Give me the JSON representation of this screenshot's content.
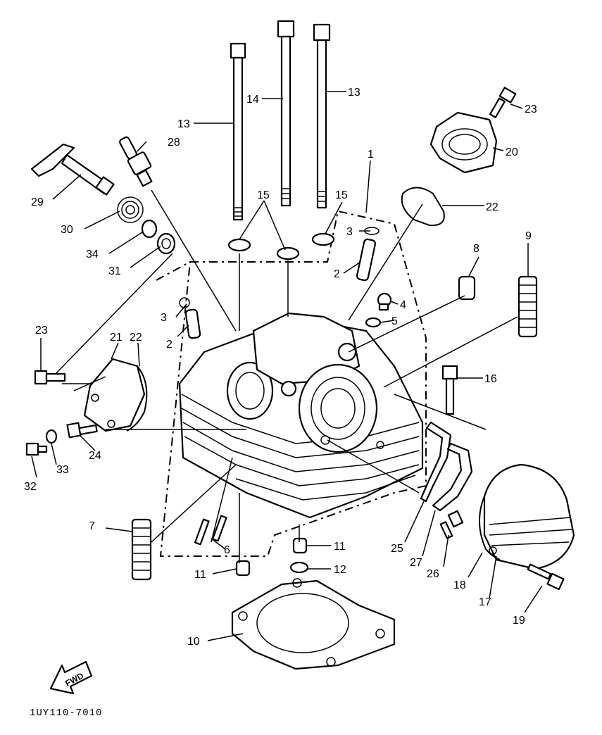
{
  "diagram": {
    "part_code": "1UY110-7010",
    "fwd_label": "FWD",
    "callouts": {
      "c1": "1",
      "c2a": "2",
      "c2b": "2",
      "c3a": "3",
      "c3b": "3",
      "c4": "4",
      "c5": "5",
      "c6": "6",
      "c7": "7",
      "c8": "8",
      "c9": "9",
      "c10": "10",
      "c11a": "11",
      "c11b": "11",
      "c12": "12",
      "c13a": "13",
      "c13b": "13",
      "c14": "14",
      "c15a": "15",
      "c15b": "15",
      "c16": "16",
      "c17": "17",
      "c18": "18",
      "c19": "19",
      "c20": "20",
      "c21": "21",
      "c22a": "22",
      "c22b": "22",
      "c23a": "23",
      "c23b": "23",
      "c24": "24",
      "c25": "25",
      "c26": "26",
      "c27": "27",
      "c28": "28",
      "c29": "29",
      "c30": "30",
      "c31": "31",
      "c32": "32",
      "c33": "33",
      "c34": "34"
    }
  }
}
